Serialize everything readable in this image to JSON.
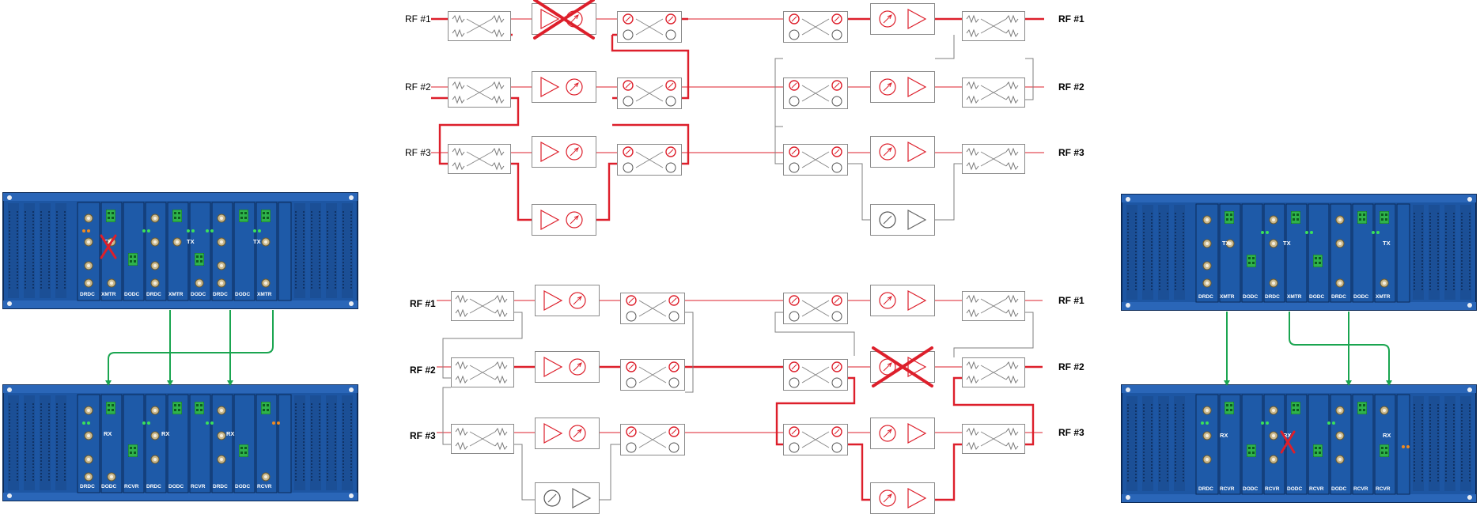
{
  "diagram": {
    "rf_labels": {
      "r1": "RF #1",
      "r2": "RF #2",
      "r3": "RF #3"
    },
    "card_labels": {
      "drdc": "DRDC",
      "dodc": "DODC",
      "xmtr": "XMTR",
      "rcvr": "RCVR",
      "tx": "TX",
      "rx": "RX"
    },
    "colors": {
      "chassis": "#1d56a3",
      "active_path": "#dd1f2b",
      "inactive_path": "#7f7f7f",
      "link": "#1aa550",
      "led_green": "#3be05a",
      "led_orange": "#f08a1e"
    },
    "icons": [
      "rf-switch-icon",
      "amplifier-icon",
      "combiner-icon",
      "fault-x-icon",
      "led-indicator-icon"
    ]
  }
}
